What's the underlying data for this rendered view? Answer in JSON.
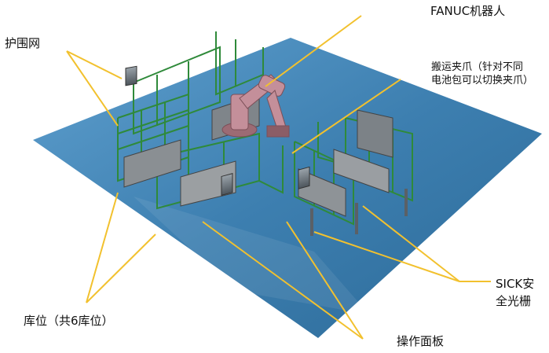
{
  "labels": {
    "fence": "护围网",
    "robot": "FANUC机器人",
    "gripper_line1": "搬运夹爪（针对不同",
    "gripper_line2": "电池包可以切换夹爪）",
    "storage": "库位（共6库位）",
    "panel": "操作面板",
    "sick_line1": "SICK安",
    "sick_line2": "全光栅"
  },
  "colors": {
    "floor": "#3d7fb0",
    "fence_frame": "#2f8a3a",
    "robot": "#c48f9a",
    "callout_line": "#f2c12e",
    "text": "#111111"
  },
  "icons": [
    "robot-arm",
    "fence",
    "storage-rack",
    "operator-panel",
    "light-curtain"
  ]
}
